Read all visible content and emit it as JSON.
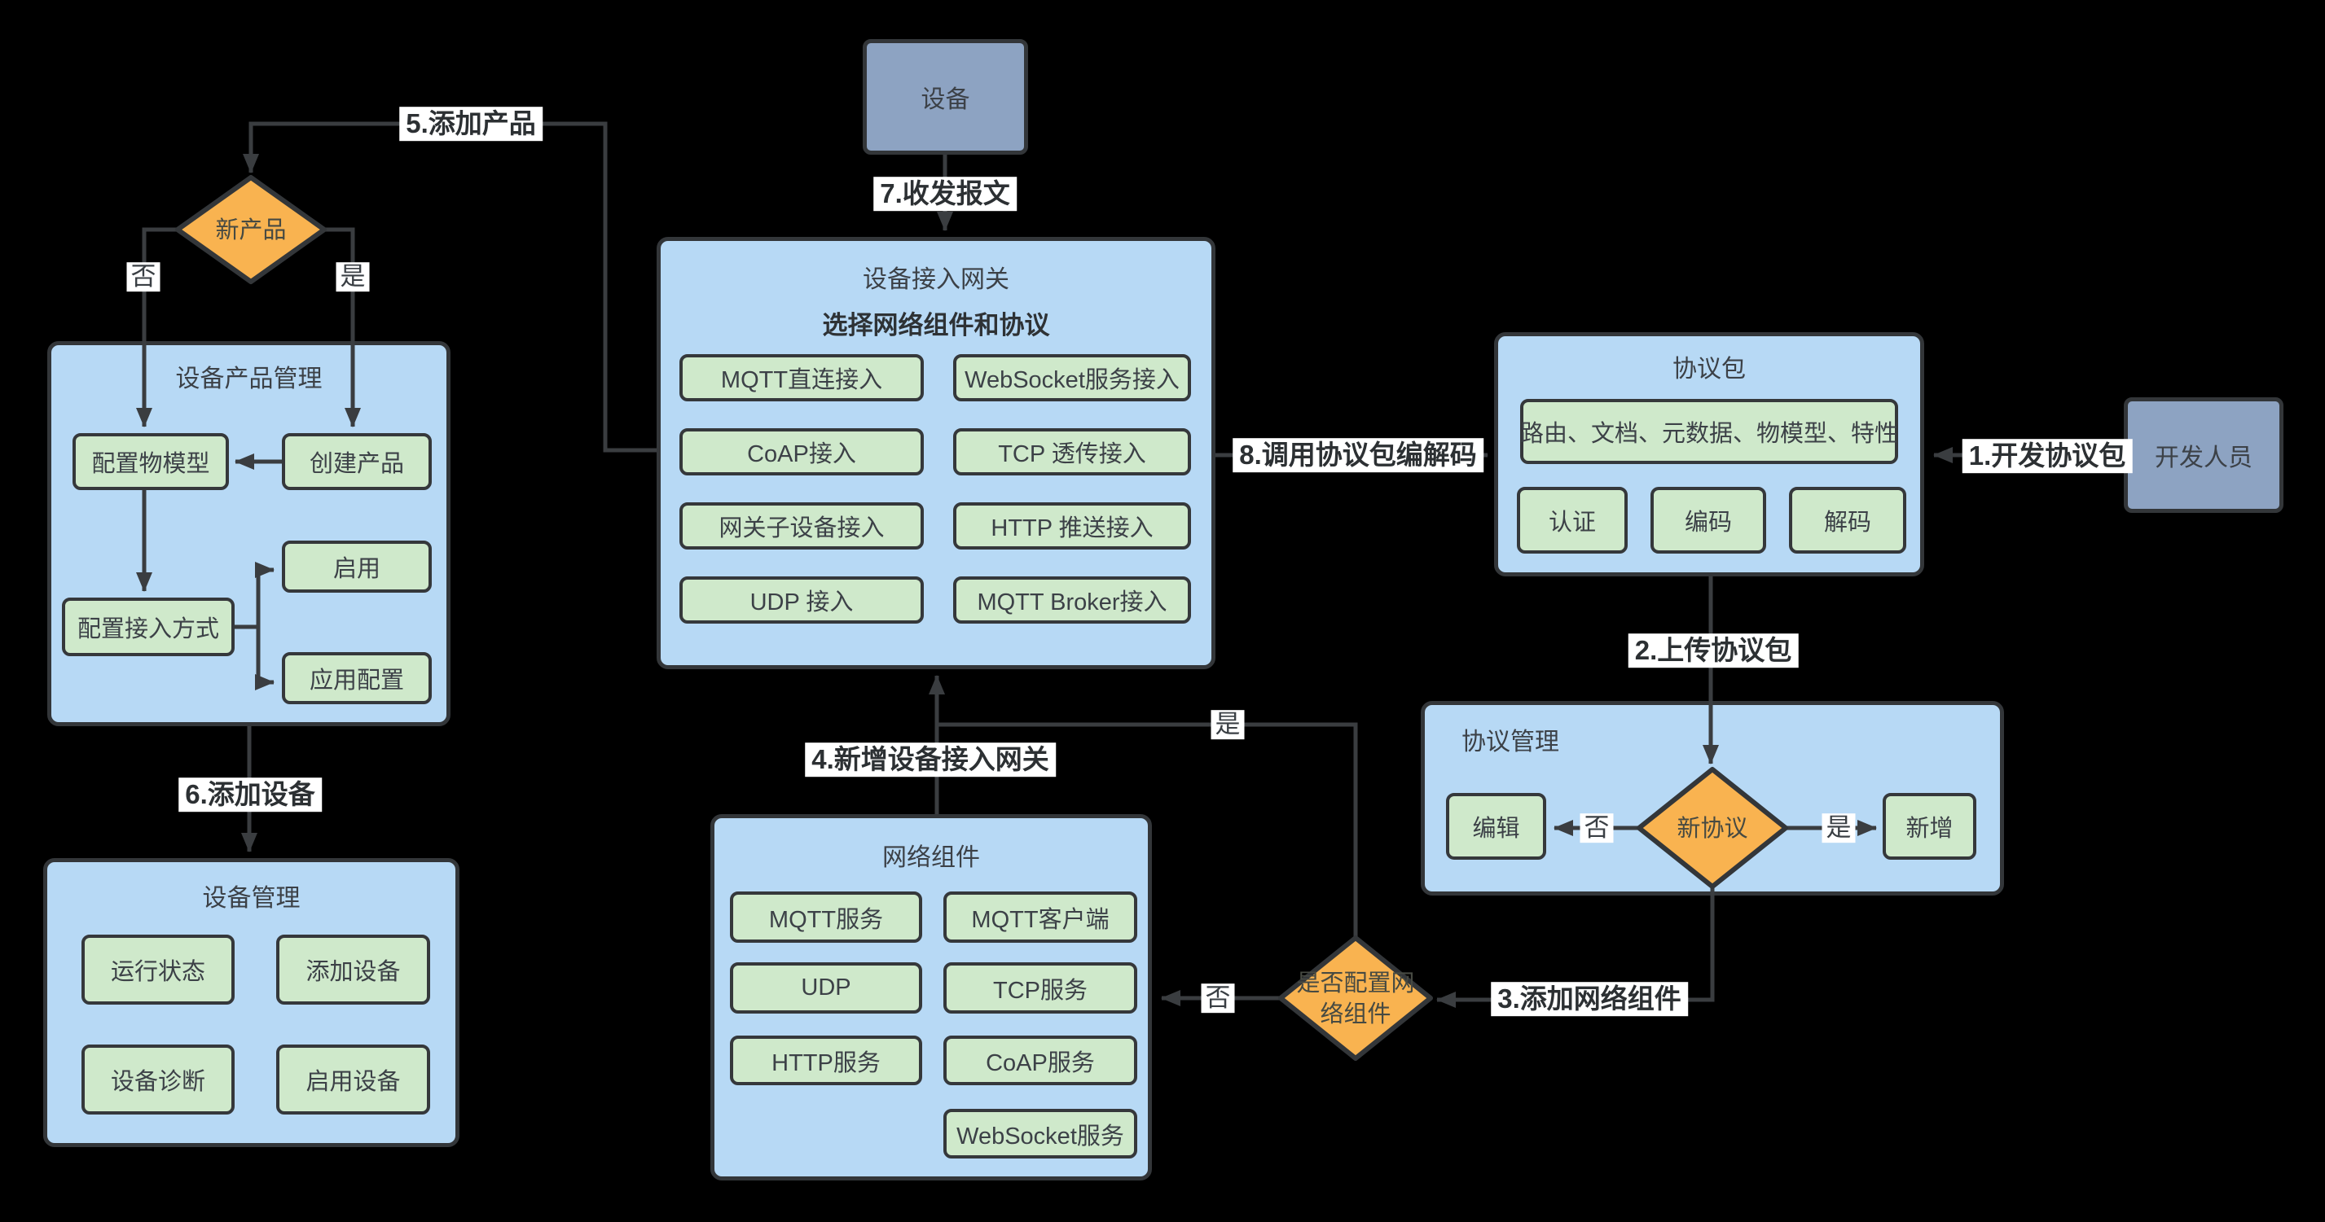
{
  "colors": {
    "background": "#000000",
    "container_fill": "#b7d9f5",
    "button_fill": "#cfe9cb",
    "actor_fill": "#8da3c2",
    "diamond_fill": "#f9b350",
    "line": "#3a3d40",
    "label_bg": "#ffffff"
  },
  "nodes": {
    "device": {
      "label": "设备"
    },
    "developer": {
      "label": "开发人员"
    },
    "gateway": {
      "title": "设备接入网关",
      "subtitle": "选择网络组件和协议",
      "buttons": [
        "MQTT直连接入",
        "WebSocket服务接入",
        "CoAP接入",
        "TCP 透传接入",
        "网关子设备接入",
        "HTTP 推送接入",
        "UDP 接入",
        "MQTT Broker接入"
      ]
    },
    "protocol_package": {
      "title": "协议包",
      "wide_button": "路由、文档、元数据、物模型、特性",
      "buttons": [
        "认证",
        "编码",
        "解码"
      ]
    },
    "protocol_mgmt": {
      "title": "协议管理",
      "edit": "编辑",
      "decision": "新协议",
      "add": "新增",
      "no": "否",
      "yes": "是"
    },
    "network_components": {
      "title": "网络组件",
      "buttons": [
        "MQTT服务",
        "MQTT客户端",
        "UDP",
        "TCP服务",
        "HTTP服务",
        "CoAP服务",
        "WebSocket服务"
      ]
    },
    "product_mgmt": {
      "title": "设备产品管理",
      "config_model": "配置物模型",
      "create_product": "创建产品",
      "config_access": "配置接入方式",
      "enable": "启用",
      "app_config": "应用配置"
    },
    "device_mgmt": {
      "title": "设备管理",
      "buttons": [
        "运行状态",
        "添加设备",
        "设备诊断",
        "启用设备"
      ]
    },
    "new_product_decision": {
      "label": "新产品",
      "no": "否",
      "yes": "是"
    },
    "config_network_decision": {
      "line1": "是否配置网",
      "line2": "络组件",
      "no": "否",
      "yes": "是"
    }
  },
  "edges": {
    "e1": "1.开发协议包",
    "e2": "2.上传协议包",
    "e3": "3.添加网络组件",
    "e4": "4.新增设备接入网关",
    "e5": "5.添加产品",
    "e6": "6.添加设备",
    "e7": "7.收发报文",
    "e8": "8.调用协议包编解码"
  }
}
